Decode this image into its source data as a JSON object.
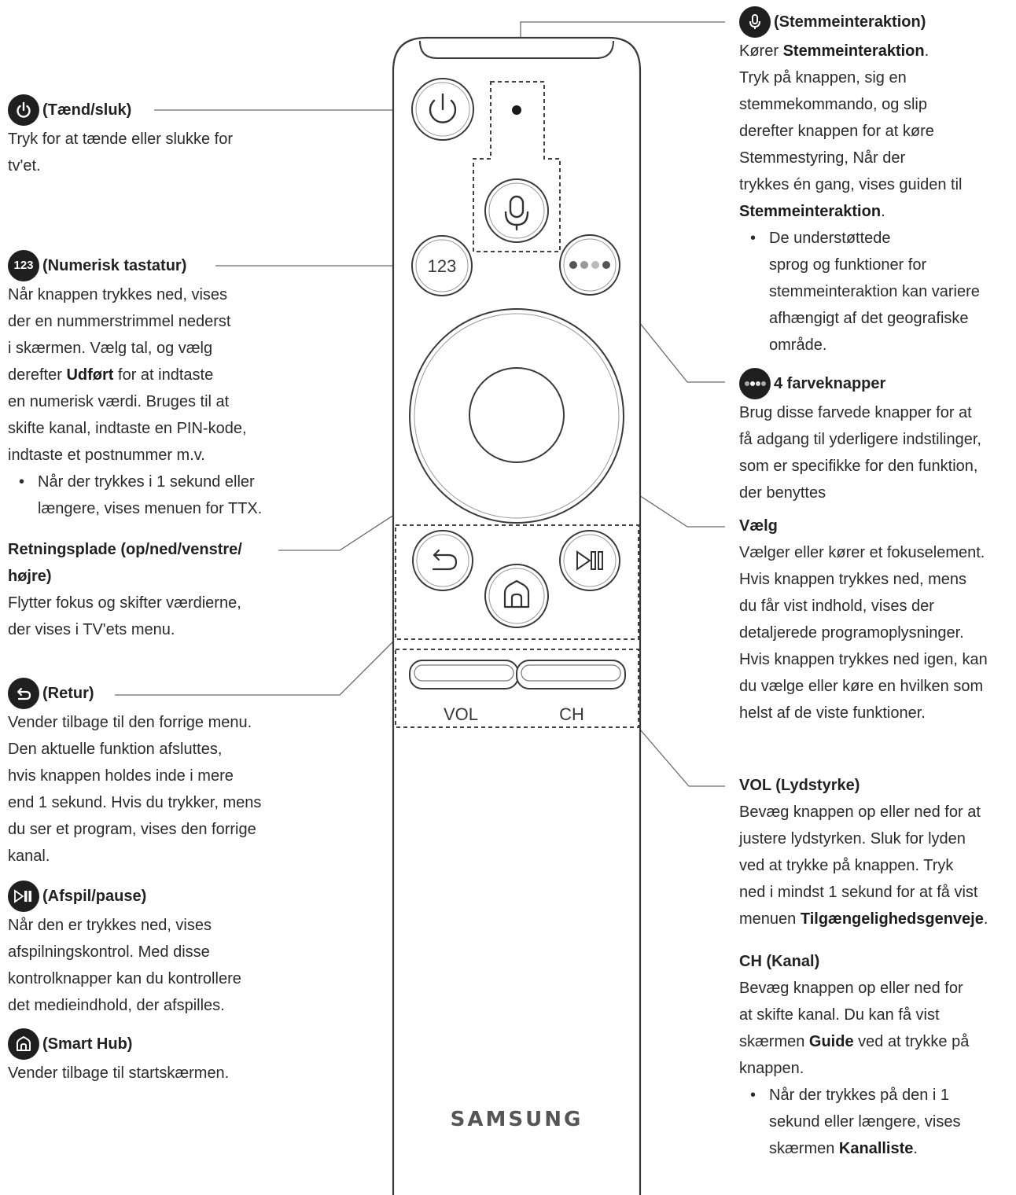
{
  "left": {
    "power": {
      "title": "(Tænd/sluk)",
      "lines": [
        "Tryk for at tænde eller slukke for",
        "tv'et."
      ]
    },
    "numeric": {
      "badge": "123",
      "title": "(Numerisk tastatur)",
      "l1": "Når knappen trykkes ned, vises",
      "l2": "der en nummerstrimmel nederst",
      "l3": "i skærmen. Vælg tal, og vælg",
      "l4_pre": "derefter ",
      "l4_bold": "Udført",
      "l4_post": " for at indtaste",
      "l5": "en numerisk værdi. Bruges til at",
      "l6": "skifte kanal, indtaste en PIN-kode,",
      "l7": "indtaste et postnummer m.v.",
      "bullet1": "Når der trykkes i 1 sekund eller",
      "bullet2": "længere, vises menuen for TTX."
    },
    "direction": {
      "title1": "Retningsplade (op/ned/venstre/",
      "title2": "højre)",
      "l1": "Flytter fokus og skifter værdierne,",
      "l2": "der vises i TV'ets menu."
    },
    "back": {
      "title": "(Retur)",
      "lines": [
        "Vender tilbage til den forrige menu.",
        "Den aktuelle funktion afsluttes,",
        "hvis knappen holdes inde i mere",
        "end 1 sekund. Hvis du trykker, mens",
        "du ser et program, vises den forrige",
        "kanal."
      ]
    },
    "play": {
      "title": "(Afspil/pause)",
      "lines": [
        "Når den er trykkes ned, vises",
        "afspilningskontrol. Med disse",
        "kontrolknapper kan du kontrollere",
        "det medieindhold, der afspilles."
      ]
    },
    "home": {
      "title": "(Smart Hub)",
      "l1": "Vender tilbage til startskærmen."
    }
  },
  "right": {
    "voice": {
      "title": "(Stemmeinteraktion)",
      "l1_pre": "Kører ",
      "l1_bold": "Stemmeinteraktion",
      "l1_post": ".",
      "l2": "Tryk på knappen, sig en",
      "l3": "stemmekommando, og slip",
      "l4": "derefter knappen for at køre",
      "l5": "Stemmestyring, Når der",
      "l6": "trykkes én gang, vises guiden til",
      "l7_bold": "Stemmeinteraktion",
      "l7_post": ".",
      "bullet1": "De understøttede",
      "bullet2": "sprog og funktioner for",
      "bullet3": "stemmeinteraktion kan variere",
      "bullet4": "afhængigt af det geografiske",
      "bullet5": "område."
    },
    "color": {
      "title": "4 farveknapper",
      "lines": [
        "Brug disse farvede knapper for at",
        "få adgang til yderligere indstilinger,",
        "som er specifikke for den funktion,",
        "der benyttes"
      ]
    },
    "select": {
      "title": "Vælg",
      "lines": [
        "Vælger eller kører et fokuselement.",
        "Hvis knappen trykkes ned, mens",
        "du får vist indhold, vises der",
        "detaljerede programoplysninger.",
        "Hvis knappen trykkes ned igen, kan",
        "du vælge eller køre en hvilken som",
        "helst af de viste funktioner."
      ]
    },
    "vol": {
      "title": "VOL (Lydstyrke)",
      "l1": "Bevæg knappen op eller ned for at",
      "l2": "justere lydstyrken. Sluk for lyden",
      "l3": "ved at trykke på knappen. Tryk",
      "l4": "ned i mindst 1 sekund for at få vist",
      "l5_pre": "menuen ",
      "l5_bold": "Tilgængelighedsgenveje",
      "l5_post": "."
    },
    "ch": {
      "title": "CH (Kanal)",
      "l1": "Bevæg knappen op eller ned for",
      "l2": "at skifte kanal. Du kan få vist",
      "l3_pre": "skærmen ",
      "l3_bold": "Guide",
      "l3_post": " ved at trykke på",
      "l4": "knappen.",
      "bullet1": "Når der trykkes på den i 1",
      "bullet2": "sekund eller længere, vises",
      "bullet3_pre": "skærmen ",
      "bullet3_bold": "Kanalliste",
      "bullet3_post": "."
    }
  },
  "remote": {
    "numeric_label": "123",
    "vol_label": "VOL",
    "ch_label": "CH",
    "brand": "SAMSUNG"
  },
  "icons": {
    "power": "power-icon",
    "numeric": "numeric-keypad-icon",
    "back": "back-arrow-icon",
    "play_pause": "play-pause-icon",
    "home": "home-icon",
    "voice": "microphone-icon",
    "color": "color-dots-icon"
  }
}
